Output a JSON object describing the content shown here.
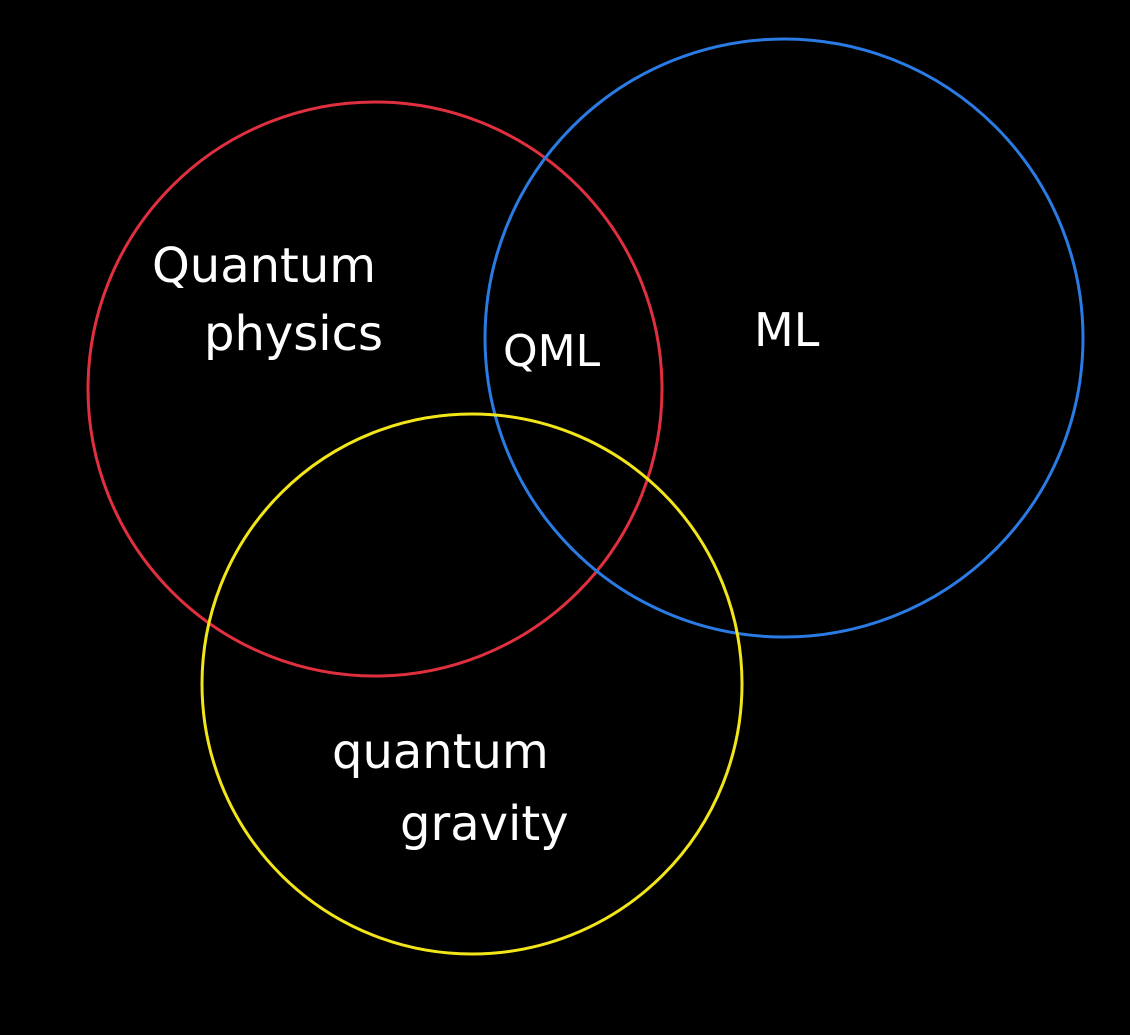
{
  "diagram": {
    "type": "venn",
    "background": "#000000",
    "circles": [
      {
        "id": "quantum-physics",
        "color": "#e0303f"
      },
      {
        "id": "ml",
        "color": "#2a7be4"
      },
      {
        "id": "quantum-gravity",
        "color": "#f2e51a"
      }
    ],
    "labels": {
      "quantum_physics_line1": "Quantum",
      "quantum_physics_line2": "physics",
      "qml": "QML",
      "ml": "ML",
      "quantum_gravity_line1": "quantum",
      "quantum_gravity_line2": "gravity"
    }
  }
}
